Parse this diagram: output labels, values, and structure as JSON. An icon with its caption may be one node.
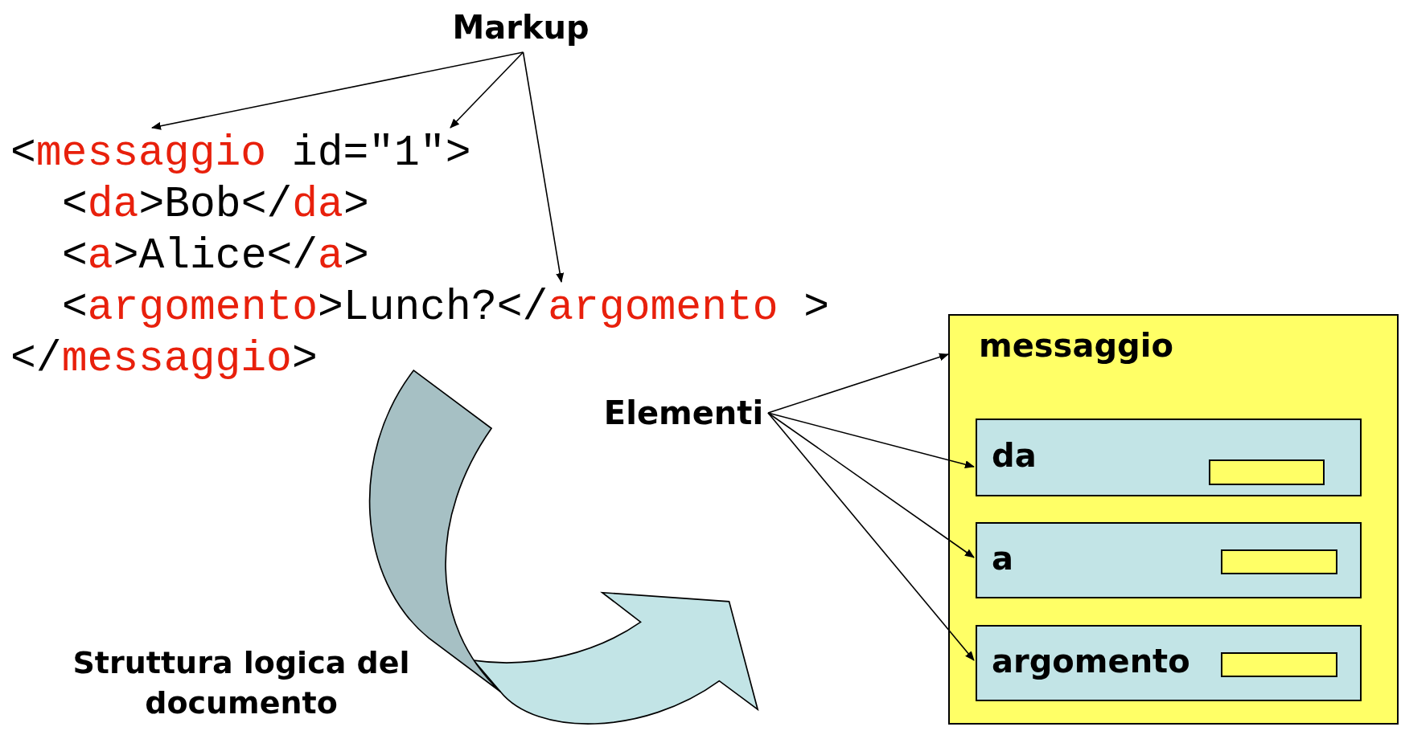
{
  "diagram": {
    "nodes": [
      {
        "text": [
          "Markup"
        ]
      },
      {
        "text": [
          "<messaggio id=\"1\">"
        ]
      },
      {
        "text": [
          "<da>Bob</da>"
        ]
      },
      {
        "text": [
          "<a>Alice</a>"
        ]
      },
      {
        "text": [
          "<argomento>Lunch?</argomento >"
        ]
      },
      {
        "text": [
          "</messaggio>"
        ]
      },
      {
        "text": [
          "Elementi"
        ]
      },
      {
        "text": [
          "messaggio"
        ]
      },
      {
        "text": [
          "da"
        ],
        "in": 7
      },
      {
        "text": [],
        "shape": "box",
        "in": 8
      },
      {
        "text": [
          "a"
        ],
        "in": 7
      },
      {
        "text": [],
        "shape": "box",
        "in": 10
      },
      {
        "text": [
          "argomento"
        ],
        "in": 7
      },
      {
        "text": [],
        "shape": "box",
        "in": 12
      }
    ],
    "edges": [
      {
        "from": 0,
        "to": 1,
        "arrow": "to"
      },
      {
        "from": 0,
        "to": 1,
        "arrow": "to"
      },
      {
        "from": 0,
        "to": 4,
        "arrow": "to"
      },
      {
        "from": 6,
        "to": 7,
        "arrow": "to"
      },
      {
        "from": 6,
        "to": 8,
        "arrow": "to"
      },
      {
        "from": 6,
        "to": 10,
        "arrow": "to"
      },
      {
        "from": 6,
        "to": 12,
        "arrow": "to"
      }
    ],
    "labels": [
      "Struttura logica del documento"
    ]
  }
}
